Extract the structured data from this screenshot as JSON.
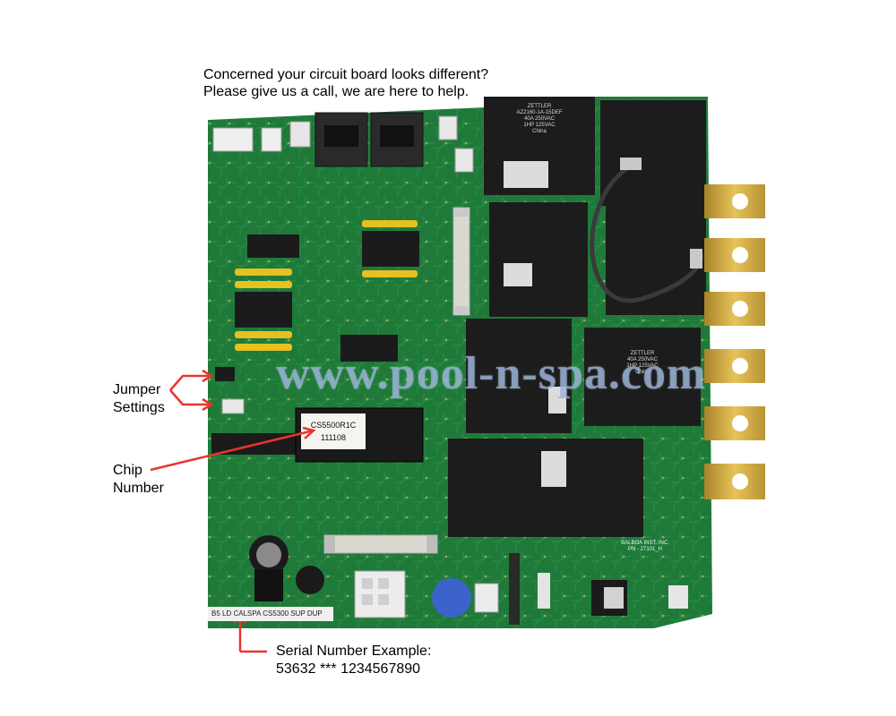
{
  "header": {
    "line1": "Concerned your circuit board looks different?",
    "line2": "Please give us a call, we are here to help."
  },
  "callouts": {
    "jumper_line1": "Jumper",
    "jumper_line2": "Settings",
    "chip_line1": "Chip",
    "chip_line2": "Number",
    "serial_line1": "Serial Number Example:",
    "serial_line2": "53632 *** 1234567890"
  },
  "board": {
    "watermark": "www.pool-n-spa.com",
    "chip_label_line1": "CS5500R1C",
    "chip_label_line2": "111108",
    "serial_sticker": "B5 LD CALSPA CS5300 SUP DUP",
    "relay_brand": "ZETTLER",
    "relay_model": "AZ2160-1A-15DEF",
    "relay_rating1": "40A 250VAC",
    "relay_rating2": "1HP 125VAC",
    "relay_origin": "China",
    "maker_line1": "BALBOA INST. INC.",
    "maker_line2": "PN - 27101_H"
  },
  "colors": {
    "board_green": "#1f7a3a",
    "arrow_red": "#e8352c",
    "watermark_blue": "#96afd7"
  }
}
